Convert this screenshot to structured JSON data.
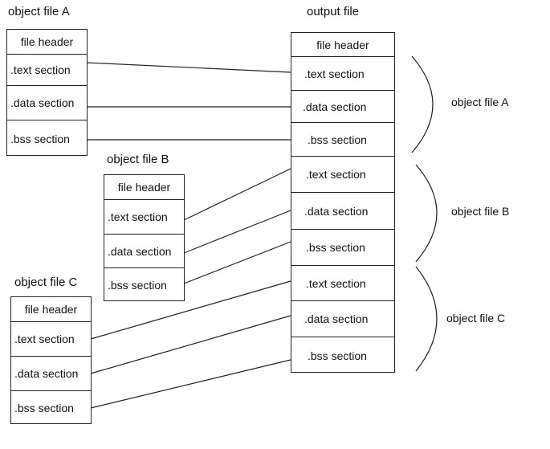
{
  "objA": {
    "title": "object file A",
    "header": "file header",
    "text": ".text section",
    "data": ".data section",
    "bss": ".bss section"
  },
  "objB": {
    "title": "object file B",
    "header": "file header",
    "text": ".text section",
    "data": ".data section",
    "bss": ".bss section"
  },
  "objC": {
    "title": "object file C",
    "header": "file header",
    "text": ".text section",
    "data": ".data section",
    "bss": ".bss section"
  },
  "output": {
    "title": "output file",
    "header": "file header",
    "a_text": ".text section",
    "a_data": ".data section",
    "a_bss": ".bss section",
    "b_text": ".text section",
    "b_data": ".data section",
    "b_bss": ".bss section",
    "c_text": ".text section",
    "c_data": ".data section",
    "c_bss": ".bss section"
  },
  "braces": {
    "a": "object file A",
    "b": "object file B",
    "c": "object file C"
  }
}
